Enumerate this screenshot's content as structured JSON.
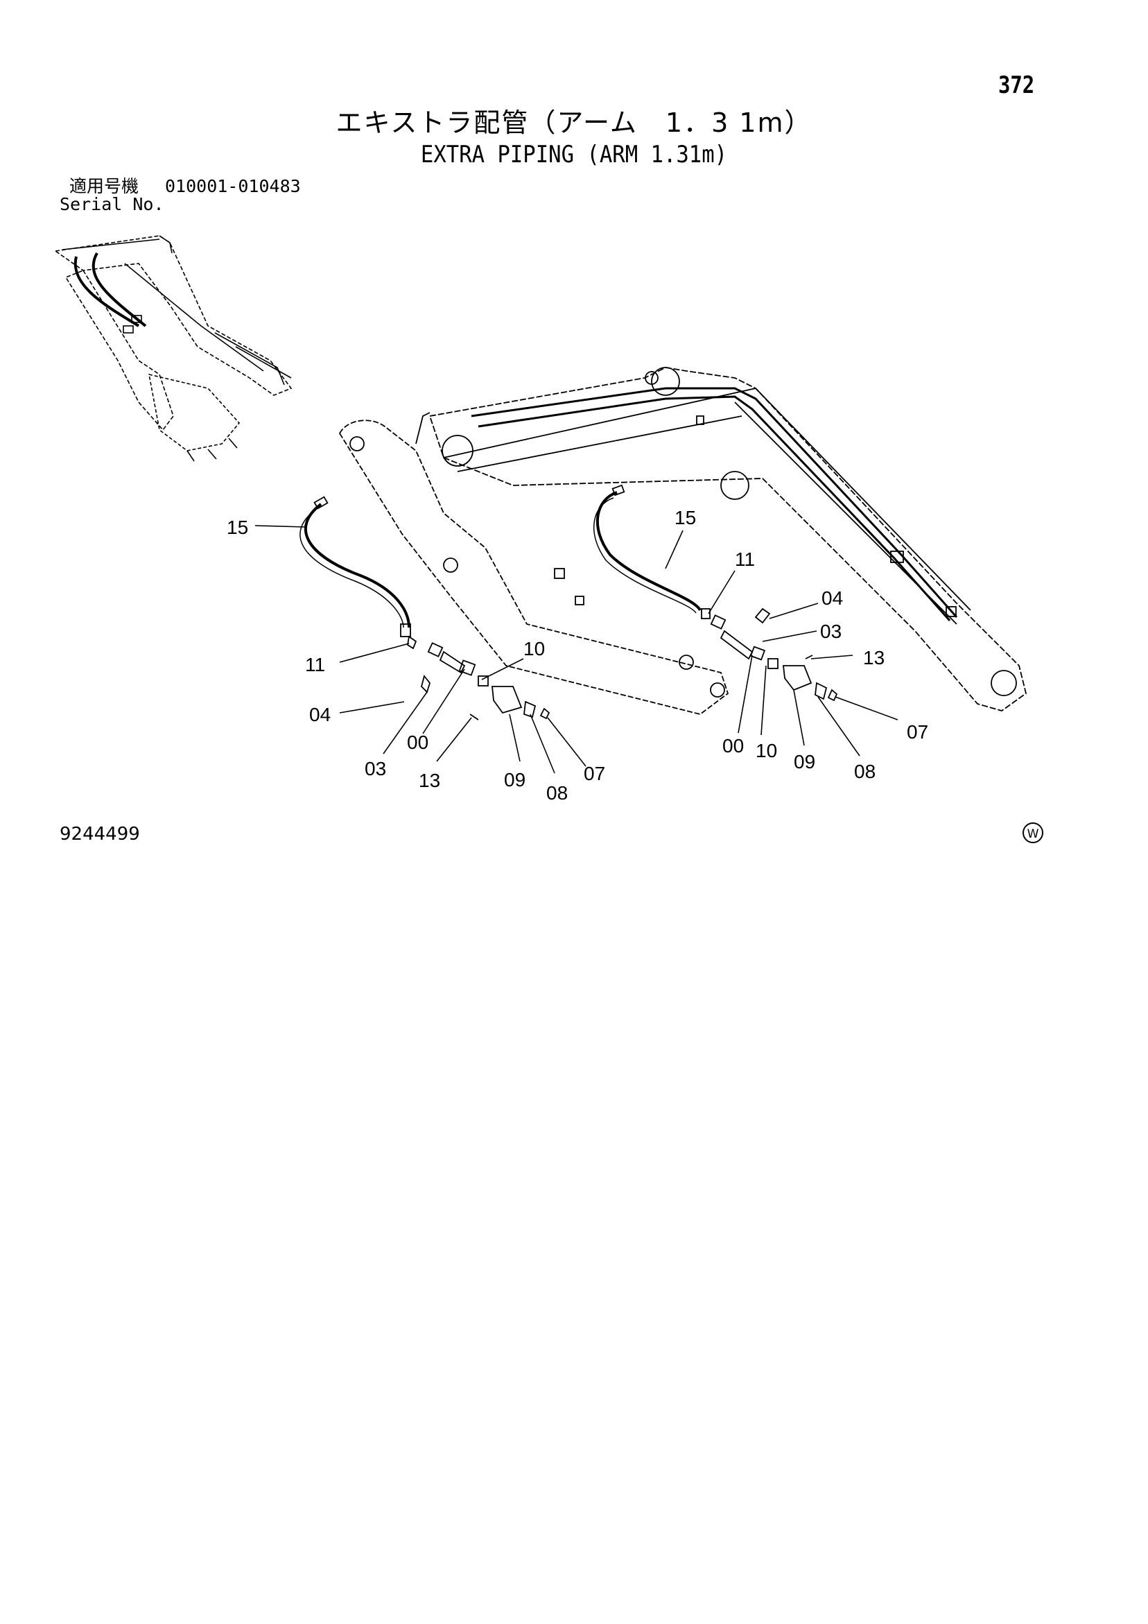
{
  "page": {
    "page_number": "372",
    "title_ja": "エキストラ配管（アーム　1．3 1m）",
    "title_en": "EXTRA PIPING (ARM 1.31m)",
    "serial_label_ja": "適用号機",
    "serial_range": "010001-010483",
    "serial_label_en": "Serial No.",
    "drawing_number": "9244499",
    "mark": "W"
  },
  "callouts": {
    "c15_left": "15",
    "c11_left": "11",
    "c04_left": "04",
    "c03_left": "03",
    "c00_left": "00",
    "c10_left": "10",
    "c13_left": "13",
    "c09_left": "09",
    "c08_left": "08",
    "c07_left": "07",
    "c15_right": "15",
    "c11_right": "11",
    "c04_right": "04",
    "c03_right": "03",
    "c13_right": "13",
    "c07_right": "07",
    "c00_right": "00",
    "c10_right": "10",
    "c09_right": "09",
    "c08_right": "08"
  }
}
